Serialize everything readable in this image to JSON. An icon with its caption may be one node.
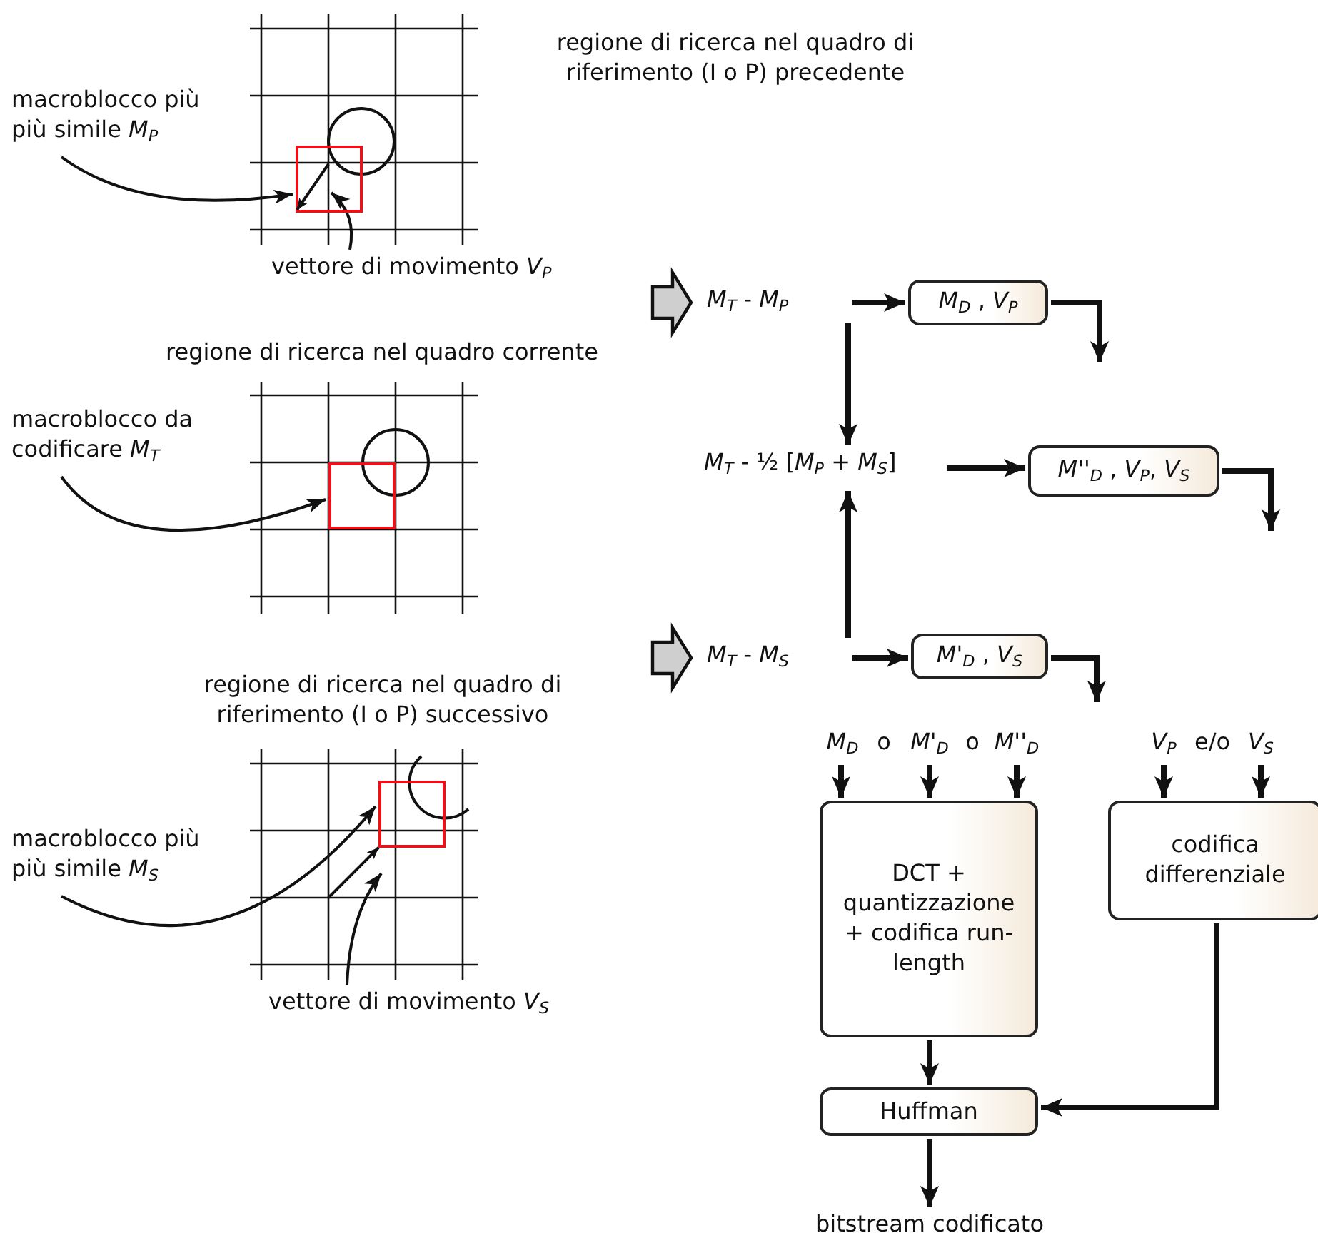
{
  "diagram": {
    "nodes": [
      {
        "text": [
          "macroblocco più più simile *M*$_{P}$"
        ]
      },
      {
        "text": [],
        "shape": "box"
      },
      {
        "text": [
          "vettore di movimento *V*$_{P}$"
        ]
      },
      {
        "text": [
          "macroblocco da codificare *M*$_{T}$"
        ]
      },
      {
        "text": [],
        "shape": "box"
      },
      {
        "text": [
          "macroblocco più più simile *M*$_{S}$"
        ]
      },
      {
        "text": [],
        "shape": "box"
      },
      {
        "text": [
          "vettore di movimento *V*$_{S}$"
        ]
      },
      {
        "text": [
          "*M*$_{T}$ - *M*$_{P}$"
        ]
      },
      {
        "text": [
          "*M*$_{D}$ , *V*$_{P}$"
        ]
      },
      {
        "text": [
          "*M*$_{T}$ - ½ [*M*$_{P}$ + *M*$_{S}$]"
        ]
      },
      {
        "text": [
          "*M''*$_{D}$ , *V*$_{P}$, *V*$_{S}$"
        ]
      },
      {
        "text": [
          "*M*$_{T}$ - *M*$_{S}$"
        ]
      },
      {
        "text": [
          "*M'*$_{D}$ , *V*$_{S}$"
        ]
      },
      {
        "text": [
          "*M*$_{D}$"
        ]
      },
      {
        "text": [
          "*M'*$_{D}$"
        ]
      },
      {
        "text": [
          "*M''*$_{D}$"
        ]
      },
      {
        "text": [
          "*V*$_{P}$"
        ]
      },
      {
        "text": [
          "*V*$_{S}$"
        ]
      },
      {
        "text": [
          "DCT + quantizzazione + codifica run-length"
        ]
      },
      {
        "text": [
          "codifica differenziale"
        ]
      },
      {
        "text": [
          "Huffman"
        ]
      },
      {
        "text": [
          "bitstream codificato"
        ]
      },
      {
        "text": [],
        "shape": "arrow",
        "in": 1
      },
      {
        "text": [],
        "shape": "arrow"
      }
    ],
    "edges": [
      {
        "from": 0,
        "to": 1,
        "arrow": "to"
      },
      {
        "from": 2,
        "to": 23,
        "arrow": "to"
      },
      {
        "from": 3,
        "to": 4,
        "arrow": "to"
      },
      {
        "from": 5,
        "to": 6,
        "arrow": "to"
      },
      {
        "from": 7,
        "to": 24,
        "arrow": "to"
      },
      {
        "from": null,
        "to": 8,
        "arrow": "to",
        "style": "thick"
      },
      {
        "from": null,
        "to": 12,
        "arrow": "to",
        "style": "thick"
      },
      {
        "from": 8,
        "to": 9,
        "arrow": "to"
      },
      {
        "from": 8,
        "to": 10,
        "arrow": "to"
      },
      {
        "from": 12,
        "to": 10,
        "arrow": "to"
      },
      {
        "from": 12,
        "to": 13,
        "arrow": "to"
      },
      {
        "from": 10,
        "to": 11,
        "arrow": "to"
      },
      {
        "from": 9,
        "to": null,
        "arrow": "to"
      },
      {
        "from": 11,
        "to": null,
        "arrow": "to"
      },
      {
        "from": 13,
        "to": null,
        "arrow": "to"
      },
      {
        "from": 14,
        "to": 19,
        "arrow": "to"
      },
      {
        "from": 15,
        "to": 19,
        "arrow": "to"
      },
      {
        "from": 16,
        "to": 19,
        "arrow": "to"
      },
      {
        "from": 17,
        "to": 20,
        "arrow": "to"
      },
      {
        "from": 18,
        "to": 20,
        "arrow": "to"
      },
      {
        "from": 19,
        "to": 21,
        "arrow": "to"
      },
      {
        "from": 20,
        "to": 21,
        "arrow": "to"
      },
      {
        "from": 21,
        "to": 22,
        "arrow": "to"
      }
    ],
    "labels": [
      "regione di ricerca nel quadro di riferimento (I o P) precedente",
      "regione di ricerca nel quadro corrente",
      "regione di ricerca nel quadro di riferimento (I o P) successivo",
      "o",
      "o",
      "e/o"
    ]
  }
}
